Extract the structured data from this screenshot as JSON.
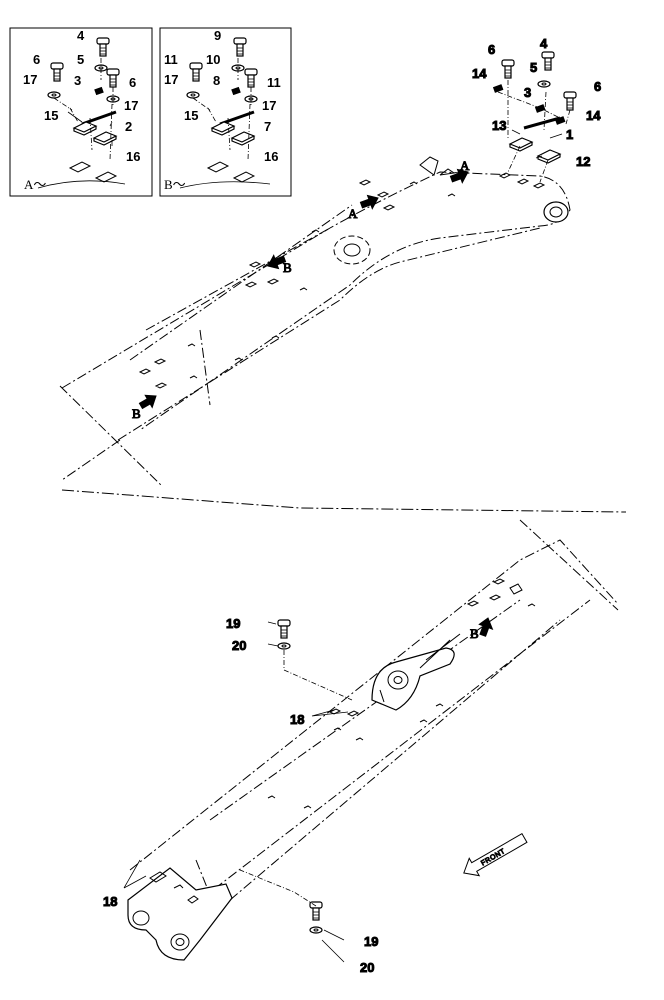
{
  "inset_a": {
    "label": "A～",
    "callouts": {
      "n4": "4",
      "n5": "5",
      "n6a": "6",
      "n6b": "6",
      "n17a": "17",
      "n17b": "17",
      "n3": "3",
      "n15": "15",
      "n2": "2",
      "n16": "16"
    }
  },
  "inset_b": {
    "label": "B～",
    "callouts": {
      "n9": "9",
      "n10": "10",
      "n11a": "11",
      "n11b": "11",
      "n17a": "17",
      "n17b": "17",
      "n8": "8",
      "n15": "15",
      "n7": "7",
      "n16": "16"
    }
  },
  "boom": {
    "callouts": {
      "n6a": "6",
      "n4": "4",
      "n14a": "14",
      "n5": "5",
      "n6b": "6",
      "n3": "3",
      "n14b": "14",
      "n13": "13",
      "n1": "1",
      "n12": "12"
    },
    "view_markers": {
      "a_left": "A",
      "a_right": "A",
      "b_right": "B",
      "b_left": "B"
    }
  },
  "arm": {
    "callouts": {
      "n19a": "19",
      "n20a": "20",
      "n18a": "18",
      "n18b": "18",
      "n19b": "19",
      "n20b": "20"
    },
    "view_markers": {
      "b": "B"
    },
    "front_label": "FRONT"
  },
  "colors": {
    "ink": "#000000",
    "paper": "#ffffff"
  }
}
